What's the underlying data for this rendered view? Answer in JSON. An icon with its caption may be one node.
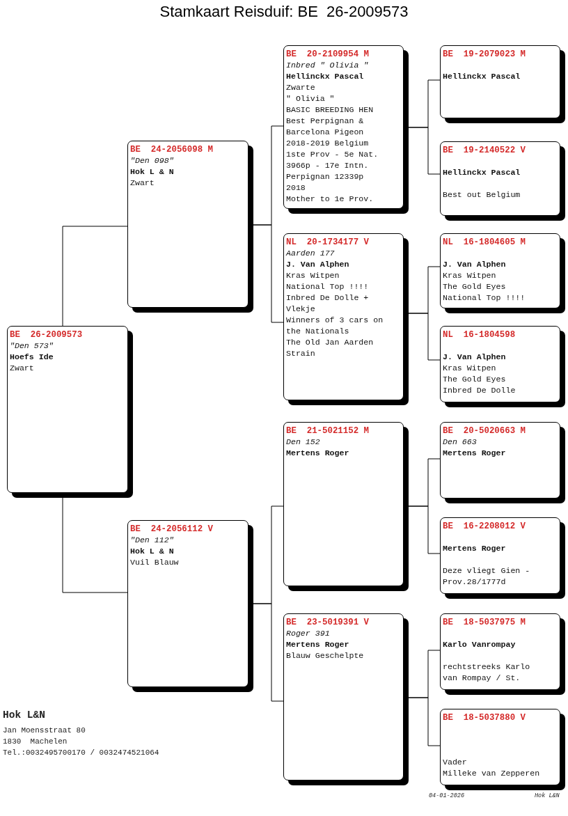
{
  "diagram": {
    "title": "Stamkaart Reisduif: BE  26-2009573",
    "nodes": [
      {
        "text": [
          "BE  26-2009573",
          "\"Den 573\"",
          "Hoefs Ide",
          "Zwart"
        ]
      },
      {
        "text": [
          "BE  24-2056098 M",
          "\"Den 098\"",
          "Hok L & N",
          "Zwart"
        ]
      },
      {
        "text": [
          "BE  24-2056112 V",
          "\"Den 112\"",
          "Hok L & N",
          "Vuil Blauw"
        ]
      },
      {
        "text": [
          "BE  20-2109954 M",
          "Inbred \" Olivia \"",
          "Hellinckx Pascal",
          "Zwarte",
          "\" Olivia \"",
          "BASIC BREEDING HEN",
          "Best Perpignan & Barcelona Pigeon 2018-2019 Belgium",
          "1ste Prov - 5e Nat. 3966p - 17e Intn. Perpignan 12339p 2018",
          "Mother to 1e Prov."
        ]
      },
      {
        "text": [
          "NL  20-1734177 V",
          "Aarden 177",
          "J. Van Alphen",
          "Kras Witpen",
          "National Top !!!!",
          "Inbred De Dolle + Vlekje",
          "Winners of 3 cars on the Nationals",
          "The Old Jan Aarden Strain"
        ]
      },
      {
        "text": [
          "BE  21-5021152 M",
          "Den 152",
          "Mertens Roger"
        ]
      },
      {
        "text": [
          "BE  23-5019391 V",
          "Roger 391",
          "Mertens Roger",
          "Blauw Geschelpte"
        ]
      },
      {
        "text": [
          "BE  19-2079023 M",
          "Hellinckx Pascal"
        ]
      },
      {
        "text": [
          "BE  19-2140522 V",
          "Hellinckx Pascal",
          "Best out Belgium"
        ]
      },
      {
        "text": [
          "NL  16-1804605 M",
          "J. Van Alphen",
          "Kras Witpen",
          "The Gold Eyes",
          "National Top !!!!"
        ]
      },
      {
        "text": [
          "NL  16-1804598",
          "J. Van Alphen",
          "Kras Witpen",
          "The Gold Eyes",
          "Inbred De Dolle"
        ]
      },
      {
        "text": [
          "BE  20-5020663 M",
          "Den 663",
          "Mertens Roger"
        ]
      },
      {
        "text": [
          "BE  16-2208012 V",
          "Mertens Roger",
          "Deze vliegt Gien - Prov.28/1777d"
        ]
      },
      {
        "text": [
          "BE  18-5037975 M",
          "Karlo Vanrompay",
          "rechtstreeks Karlo van Rompay / St."
        ]
      },
      {
        "text": [
          "BE  18-5037880 V",
          "Vader",
          "Milleke van Zepperen"
        ]
      }
    ],
    "edges": [
      {
        "from": 0,
        "to": 1,
        "arrow": "none"
      },
      {
        "from": 0,
        "to": 2,
        "arrow": "none"
      },
      {
        "from": 1,
        "to": 3,
        "arrow": "none"
      },
      {
        "from": 1,
        "to": 4,
        "arrow": "none"
      },
      {
        "from": 2,
        "to": 5,
        "arrow": "none"
      },
      {
        "from": 2,
        "to": 6,
        "arrow": "none"
      },
      {
        "from": 3,
        "to": 7,
        "arrow": "none"
      },
      {
        "from": 3,
        "to": 8,
        "arrow": "none"
      },
      {
        "from": 4,
        "to": 9,
        "arrow": "none"
      },
      {
        "from": 4,
        "to": 10,
        "arrow": "none"
      },
      {
        "from": 5,
        "to": 11,
        "arrow": "none"
      },
      {
        "from": 5,
        "to": 12,
        "arrow": "none"
      },
      {
        "from": 6,
        "to": 13,
        "arrow": "none"
      },
      {
        "from": 6,
        "to": 14,
        "arrow": "none"
      }
    ],
    "labels": [
      "Hok L&N",
      "Jan Moensstraat 80",
      "1830  Machelen",
      "Tel.:0032495700170 / 0032474521064",
      "04-01-2026",
      "Hok L&N"
    ]
  }
}
